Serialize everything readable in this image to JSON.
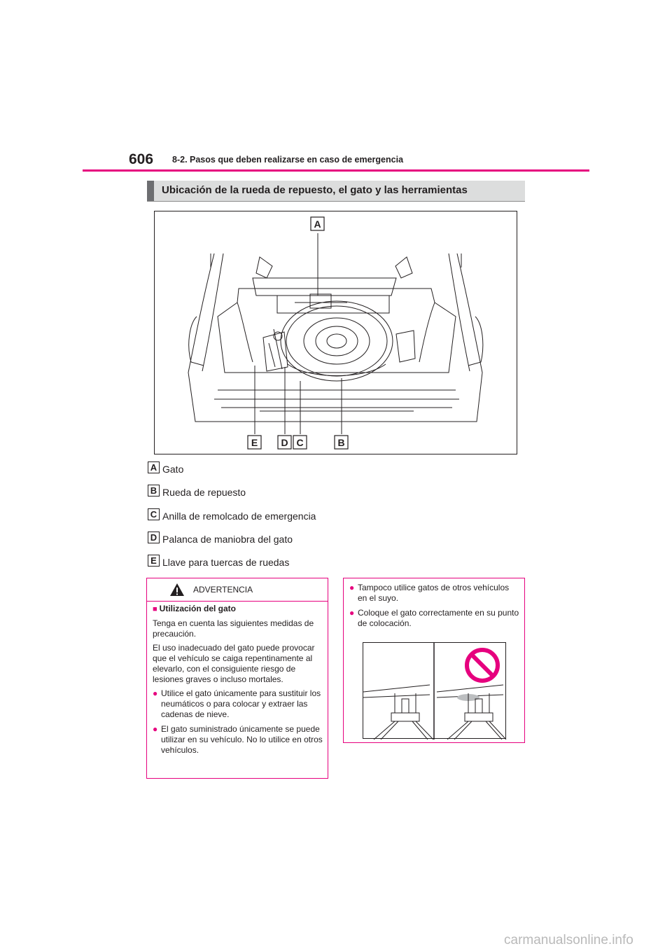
{
  "header": {
    "page_number": "606",
    "chapter": "8-2. Pasos que deben realizarse en caso de emergencia"
  },
  "section": {
    "title": "Ubicación de la rueda de repuesto, el gato y las herramientas"
  },
  "figure_callouts": [
    "A",
    "E",
    "D",
    "C",
    "B"
  ],
  "legend": [
    {
      "key": "A",
      "text": "Gato"
    },
    {
      "key": "B",
      "text": "Rueda de repuesto"
    },
    {
      "key": "C",
      "text": "Anilla de remolcado de emergencia"
    },
    {
      "key": "D",
      "text": "Palanca de maniobra del gato"
    },
    {
      "key": "E",
      "text": "Llave para tuercas de ruedas"
    }
  ],
  "warning": {
    "label": "ADVERTENCIA",
    "subtitle": "Utilización del gato",
    "para1": "Tenga en cuenta las siguientes medidas de precaución.",
    "para2": "El uso inadecuado del gato puede provocar que el vehículo se caiga repentinamente al elevarlo, con el consiguiente riesgo de lesiones graves o incluso mortales.",
    "bullets": [
      "Utilice el gato únicamente para sustituir los neumáticos o para colocar y extraer las cadenas de nieve.",
      "El gato suministrado únicamente se puede utilizar en su vehículo. No lo utilice en otros vehículos."
    ],
    "bullets_right": [
      "Tampoco utilice gatos de otros vehículos en el suyo.",
      "Coloque el gato correctamente en su punto de colocación."
    ]
  },
  "watermark": "carmanualsonline.info",
  "colors": {
    "accent": "#e6007e",
    "section_bar": "#dcdddd"
  }
}
